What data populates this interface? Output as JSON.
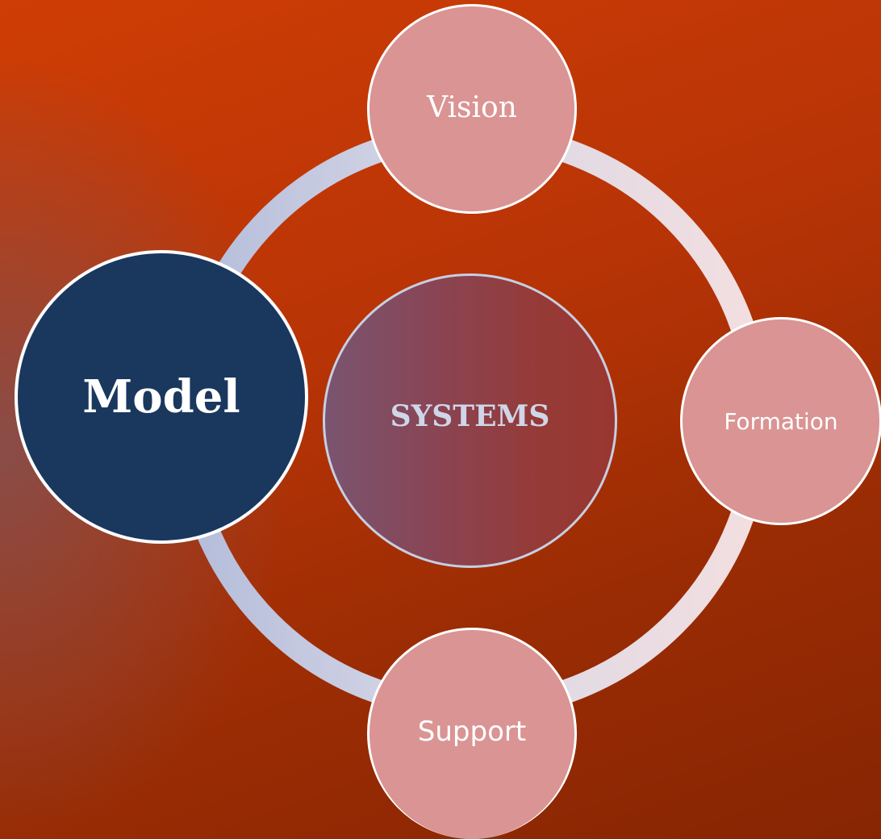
{
  "diagram": {
    "center": {
      "label": "SYSTEMS"
    },
    "primary": {
      "label": "Model"
    },
    "cycle_nodes": [
      {
        "label": "Vision"
      },
      {
        "label": "Formation"
      },
      {
        "label": "Support"
      }
    ],
    "colors": {
      "background_top": "#cf3d05",
      "background_bottom": "#872503",
      "ring_light": "#f3dfe0",
      "ring_blue": "#b7c0dc",
      "small_node_fill": "#d99493",
      "model_fill": "#1a375e",
      "systems_fill_left": "#7a5470",
      "systems_fill_right": "#9a3630",
      "systems_text": "#cfd6e8",
      "node_border": "#ffffff"
    }
  }
}
